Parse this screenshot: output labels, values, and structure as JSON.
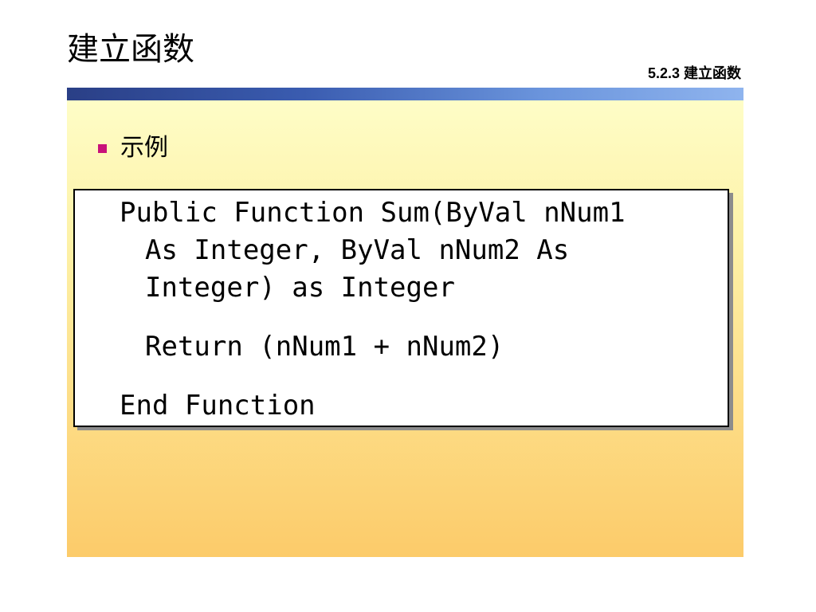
{
  "slide": {
    "title": "建立函数",
    "section_label": "5.2.3 建立函数"
  },
  "bullet": {
    "text": "示例"
  },
  "code": {
    "lines": [
      "Public Function Sum(ByVal nNum1",
      "As Integer, ByVal nNum2 As",
      "Integer) as Integer",
      "Return (nNum1 + nNum2)",
      "End Function"
    ]
  },
  "colors": {
    "bullet": "#c8127a",
    "bar_start": "#2a3f86",
    "bar_end": "#8fb4ee",
    "content_top": "#fefdc7",
    "content_bottom": "#fccb6a"
  }
}
